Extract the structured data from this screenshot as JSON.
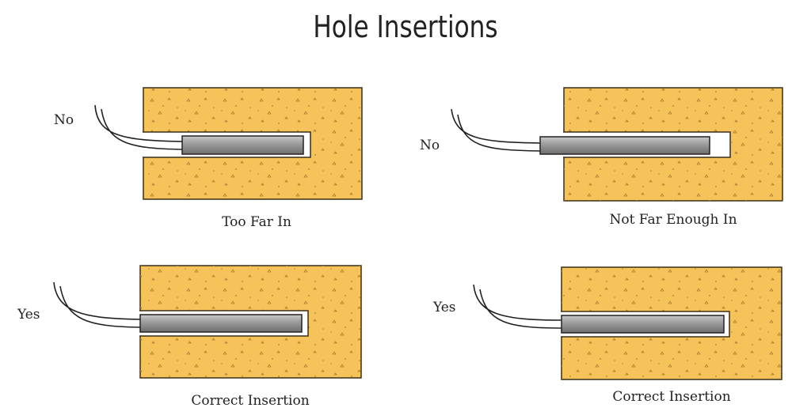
{
  "title": "Hole Insertions",
  "colors": {
    "block_fill": "#f5c35a",
    "block_stroke": "#3a2e18",
    "probe_fill": "#8d8d8d",
    "hole_fill": "#ffffff"
  },
  "panels": [
    {
      "verdict": "No",
      "caption": "Too Far In"
    },
    {
      "verdict": "No",
      "caption": "Not Far Enough In"
    },
    {
      "verdict": "Yes",
      "caption": "Correct Insertion"
    },
    {
      "verdict": "Yes",
      "caption": "Correct Insertion"
    }
  ]
}
